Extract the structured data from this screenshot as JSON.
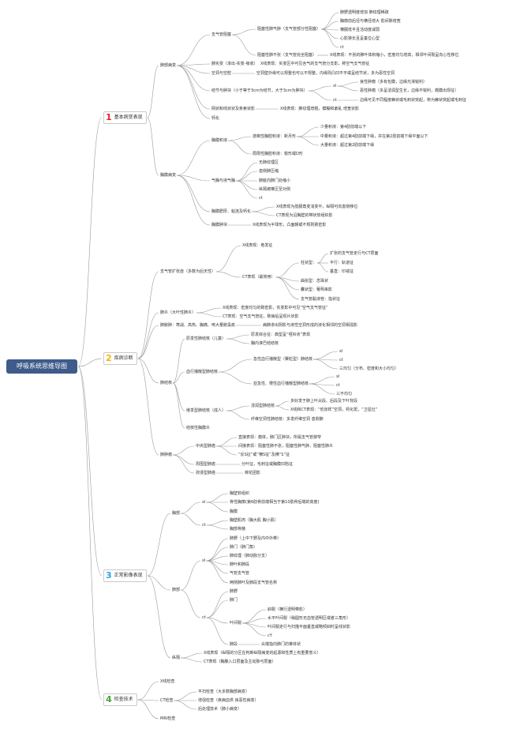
{
  "root": "呼吸系统思维导图",
  "colors": {
    "root_bg": "#3f5b8c",
    "s1": "#e5242b",
    "s2": "#f5b400",
    "s3": "#2aa4e0",
    "s4": "#44a43b"
  },
  "sections": [
    {
      "num": "1",
      "label": "基本病变表现"
    },
    {
      "num": "2",
      "label": "疾病诊断"
    },
    {
      "num": "3",
      "label": "正常影像表现"
    },
    {
      "num": "4",
      "label": "检查技术"
    }
  ],
  "s1": {
    "a": "肺部病变",
    "a1": "支气管阻塞",
    "a1a": "阻塞性肺气肿（支气管部分性阻塞）",
    "a1a1": "肺野透明度增加 肺纹理稀疏",
    "a1a2": "胸廓前后径与横径增大 肋间隙增宽",
    "a1a3": "横膈低平且活动度减弱",
    "a1a4": "心影狭长且呈垂位心型",
    "a1a5": "ct",
    "a1b": "阻塞性肺不张（支气管完全阻塞）",
    "a1b1": "X线表现：不张的肺叶体积缩小，密度均匀增高，相邻叶间裂呈向心性移位",
    "a2": "肺实变（渗出-实变-吸收）",
    "a2t": "X线表现：实变区中可见含气的支气管分支影，称空气支气管征",
    "a3": "空洞与空腔",
    "a3t": "空洞壁外缘可以规整也可以不规整，内缘则凸凹不平或呈结节状，多为恶性空洞",
    "a4": "结节与肿块（小于等于3cm为结节，大于3cm为肿块）",
    "a4x": "xl",
    "a4x1": "良性肿瘤（多有包膜，边缘光滑锐利）",
    "a4x2": "恶性肿瘤（多呈浸润型生长，边缘不锐利，瘤膜出现征）",
    "a4c": "ct",
    "a4c1": "边缘可见不同程度棘状或毛刺状突起，称为棘状突起或毛刺征",
    "a5": "网状和线状状及条索状影",
    "a5t": "X线表现：肺纹理增粗，模糊和紊乱 增宽状影",
    "a6": "钙化",
    "b": "胸膜病变",
    "b1": "胸膜积液",
    "b1a": "游离性胸腔积液：新月形",
    "b1a1": "少量积液：第4肋前端以下",
    "b1a2": "中量积液：超过第4肋前端下缘，并在第2肋前端下缘平面以下",
    "b1a3": "大量积液：超过第2肋前端下缘",
    "b1b": "局限性胸腔积液：梭形或D形",
    "b2": "气胸与液气胸",
    "b2a": "无肺纹理区",
    "b2b": "患侧肺压缩",
    "b2c": "肺脏向肺门处缩小",
    "b2d": "纵隔被推压至对侧",
    "b2e": "ct",
    "b3": "胸膜肥厚、粘连及钙化",
    "b3a": "X线表现为肋膈角变浅变平，纵隔可向患侧移位",
    "b3b": "CT表现为沿胸壁的带状软组织影",
    "b4": "胸膜肿块",
    "b4t": "X线表现为半球形，凸面朝或不规则致密影"
  },
  "s2": {
    "a": "支气管扩张症（多数为后天性）",
    "a1": "X线表现：卷发征",
    "a2": "CT表现（最常用）",
    "a2a": "柱状型：",
    "a2a1": "扩张的支气管走行与CT层面",
    "a2a2": "平行：轨道征",
    "a2a3": "垂直：印戒征",
    "a2b": "曲张型：念珠状",
    "a2c": "囊状型：葡萄串影",
    "a2d": "支气管黏液栓：指状征",
    "b": "肺炎（大叶性肺炎）",
    "b1": "X线表现：密度均匀的致密影，实变影中可见“空气支气管征”",
    "b2": "CT表现：空气支气管征，致病后呈现片状影",
    "c": "肺脓肿：寒战、高热、胸痛、咳大量脓臭痰",
    "c1": "病肺渗出阴影与液性空洞形成的液化相邻的空洞相混影",
    "d": "肺结核",
    "d1": "原发性肺结核（儿童）",
    "d1a": "原发综合征：典型呈“哑铃状”表现",
    "d1b": "胸内淋巴结结核",
    "d2": "血行播散型肺结核",
    "d2a": "急性血行播散型（粟粒型）肺结核",
    "d2a1": "xl",
    "d2a2": "ct",
    "d2a3": "三均匀（分布、密度和大小均匀）",
    "d2b": "亚急性、慢性血行播散型肺结核",
    "d2b1": "xl",
    "d2b2": "ct",
    "d2b3": "三不均匀",
    "d3": "继发型肺结核（成人）",
    "d3a": "浸润型肺结核",
    "d3a1": "多好发于肺上叶尖段、后段及下叶背段",
    "d3a2": "X线和CT表现：“低张样”空洞，钙化斑，“卫星灶”",
    "d3b": "纤维空洞性肺结核：多发纤维空洞 患侧肺",
    "d4": "结核性胸膜炎",
    "e": "肺肿瘤",
    "e1": "中央型肺癌",
    "e1a": "直接表现：瘤体，肺门区肿块，所属支气管狭窄",
    "e1b": "间接表现：阻塞性肺不张，阻塞性肺气肿，阻塞性肺炎",
    "e1c": "“反S征”或“横S征”及横“S”征",
    "e2": "周围型肺癌",
    "e2t": "分叶征，毛刺征或胸膜凹陷征",
    "e3": "弥漫型肺癌",
    "e3t": "棉花团影"
  },
  "s3": {
    "a": "胸部",
    "a1": "xl",
    "a1a": "胸壁软组织",
    "a1b": "骨性胸廓(第6肋骨前端相当于第10肋骨后端的高度)",
    "a1c": "胸膜",
    "a2": "ct",
    "a2a": "胸壁肌肉（胸大肌 胸小肌）",
    "a2b": "胸部骨骼",
    "b": "肺部",
    "b1": "xl",
    "b1a": "肺野（上中下野及内中外带）",
    "b1b": "肺门（肺门角）",
    "b1c": "肺纹理（肺动脉分支）",
    "b1d": "肺叶和肺段",
    "b1e": "气管支气管",
    "b1f": "两侧肺叶及肺段支气管名称",
    "b2": "ct",
    "b2a": "肺野",
    "b2b": "肺门",
    "b2c": "叶间裂",
    "b2c1": "斜裂（横行透明带影）",
    "b2c2": "水平叶间裂（稍圆形无血管透明区或者三角形）",
    "b2c3": "叶间裂走行与扫描平面垂直或略倾斜时呈线状影",
    "b2c4": "cY",
    "b2d": "肺段",
    "b2dt": "尖端指向肺门的锥体状",
    "c": "纵隔",
    "c1": "X线表现（纵隔的分区在判断纵隔病变的起源和性质上有重要意义）",
    "c2": "CT表现（胸腺入口层面及主动脉弓层面）"
  },
  "s4": {
    "a": "X线检查",
    "b": "CT检查",
    "b1": "平扫检查（大多数胸部病变）",
    "b2": "增强检查（疾病血供 良恶性病变）",
    "b3": "后处理技术（肺小病变）",
    "c": "MRI检查"
  }
}
